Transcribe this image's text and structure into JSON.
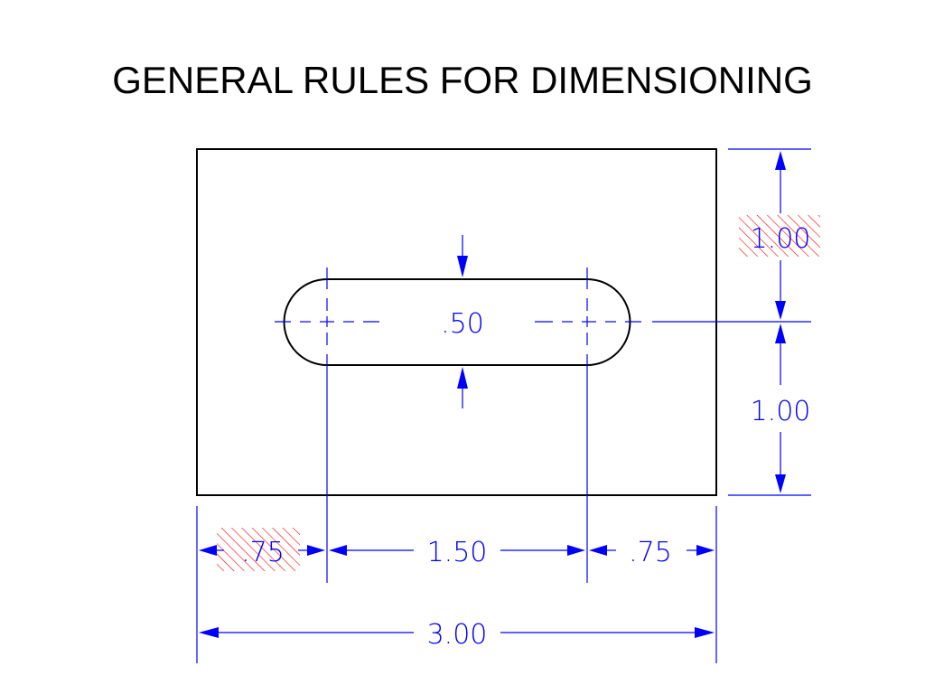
{
  "title": "GENERAL RULES FOR DIMENSIONING",
  "colors": {
    "outline": "#000000",
    "dimension": "#0000ff",
    "hatch": "#ff0000"
  },
  "dimensions": {
    "slot_width": ".50",
    "upper_height": "1.00",
    "lower_height": "1.00",
    "left_offset": ".75",
    "slot_center_distance": "1.50",
    "right_offset": ".75",
    "overall_width": "3.00"
  }
}
